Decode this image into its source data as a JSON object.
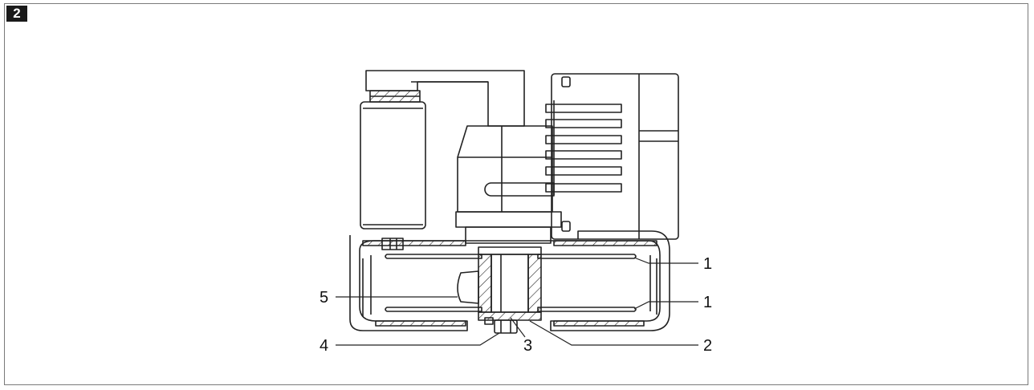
{
  "figure_number": "2",
  "callouts": {
    "c1_top": "1",
    "c1_bottom": "1",
    "c2": "2",
    "c3": "3",
    "c4": "4",
    "c5": "5"
  }
}
